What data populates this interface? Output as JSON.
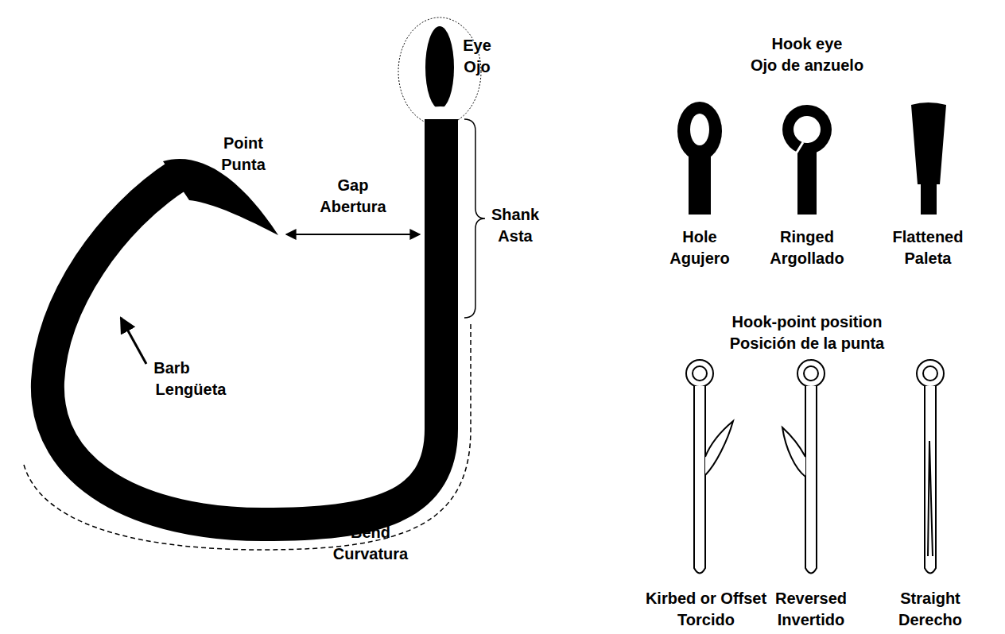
{
  "diagram": {
    "labels": [
      "Eye",
      "Ojo",
      "Point",
      "Punta",
      "Gap",
      "Abertura",
      "Shank",
      "Asta",
      "Barb",
      "Lengüeta",
      "Bend",
      "Curvatura",
      "Hook eye",
      "Ojo de anzuelo",
      "Hole",
      "Agujero",
      "Ringed",
      "Argollado",
      "Flattened",
      "Paleta",
      "Hook-point position",
      "Posición de la punta",
      "Kirbed or Offset",
      "Torcido",
      "Reversed",
      "Invertido",
      "Straight",
      "Derecho"
    ]
  }
}
